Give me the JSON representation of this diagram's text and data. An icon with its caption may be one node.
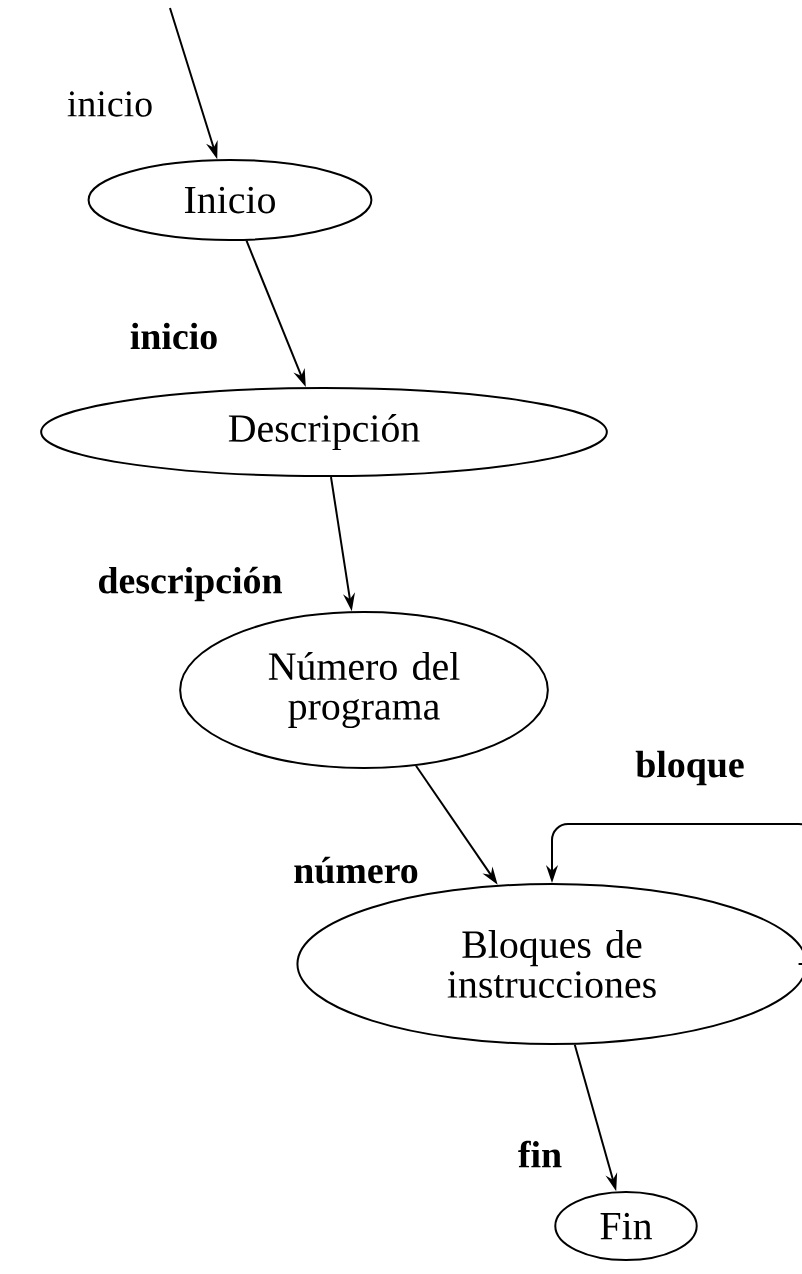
{
  "diagram": {
    "nodes": [
      {
        "text": [
          "Inicio"
        ]
      },
      {
        "text": [
          "Descripción"
        ]
      },
      {
        "text": [
          "Número del programa"
        ]
      },
      {
        "text": [
          "Bloques de instrucciones"
        ]
      },
      {
        "text": [
          "Fin"
        ]
      }
    ],
    "edges": [
      {
        "from": null,
        "to": 0,
        "arrow": "to",
        "label": "inicio"
      },
      {
        "from": 0,
        "to": 1,
        "arrow": "to",
        "label": "inicio"
      },
      {
        "from": 1,
        "to": 2,
        "arrow": "to",
        "label": "descripción"
      },
      {
        "from": 2,
        "to": 3,
        "arrow": "to",
        "label": "número"
      },
      {
        "from": 3,
        "to": 3,
        "arrow": "to",
        "label": "bloque"
      },
      {
        "from": 3,
        "to": 4,
        "arrow": "to",
        "label": "fin"
      }
    ]
  }
}
